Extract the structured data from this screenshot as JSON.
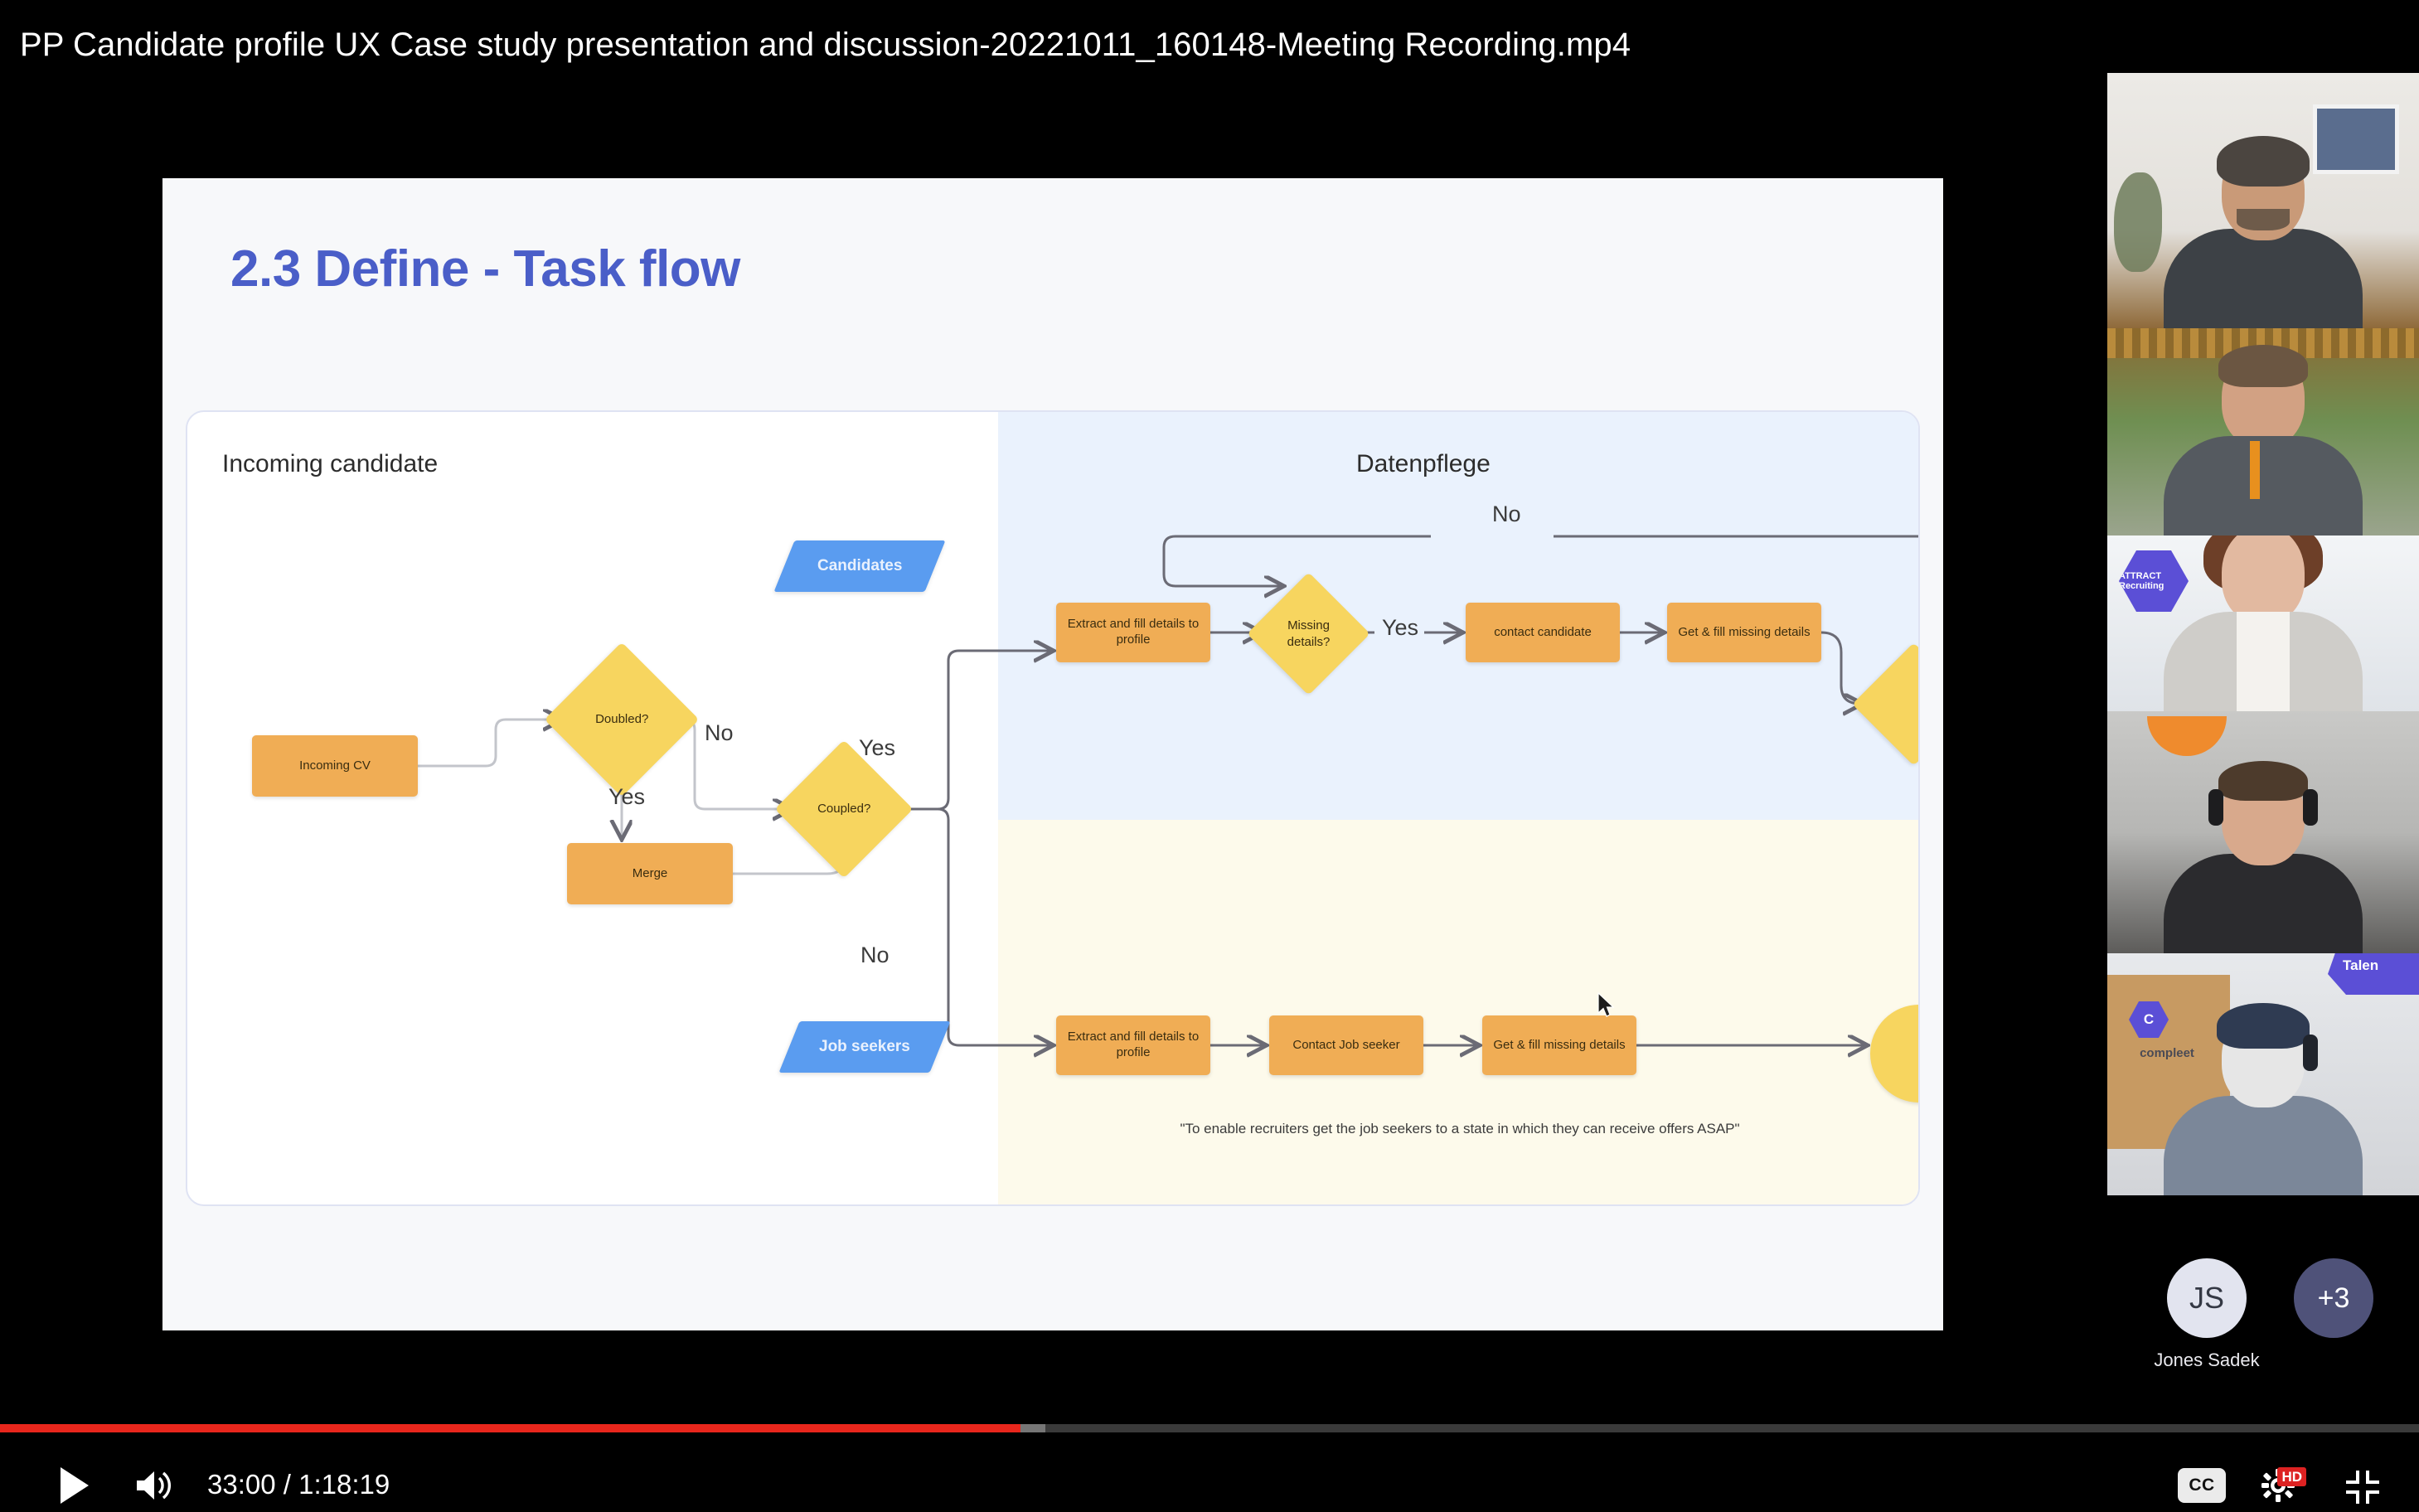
{
  "player": {
    "video_title": "PP Candidate profile UX Case study presentation and discussion-20221011_160148-Meeting Recording.mp4",
    "time_display": "33:00 / 1:18:19",
    "current_time": "33:00",
    "total_time": "1:18:19",
    "progress_percent": 42.2,
    "buffered_percent": 43.2,
    "accent_color": "#e8261c",
    "controls": {
      "play_label": "play-button",
      "volume_label": "volume-button",
      "cc_label": "CC",
      "quality_label": "HD",
      "exit_fullscreen_label": "exit-fullscreen-button"
    }
  },
  "slide": {
    "heading": "2.3 Define - Task flow",
    "heading_color": "#4a5ec8",
    "background": "#f7f8fa",
    "lanes": {
      "left_title": "Incoming candidate",
      "right_title": "Datenpflege",
      "datenpflege_band_color": "#eaf2fd",
      "jobseeker_band_color": "#fdfaeb"
    },
    "quote": "\"To enable recruiters get the job seekers to a state in which they can receive offers ASAP\"",
    "colors": {
      "process_box": "#f0ad55",
      "decision_diamond": "#f7d55f",
      "data_parallelogram": "#5a9cf0",
      "connector": "#6b6b75"
    },
    "nodes": {
      "incoming_cv": "Incoming CV",
      "doubled": "Doubled?",
      "merge": "Merge",
      "coupled": "Coupled?",
      "candidates": "Candidates",
      "job_seekers": "Job seekers",
      "extract_top": "Extract and fill details to profile",
      "missing_details": "Missing details?",
      "contact_candidate": "contact candidate",
      "get_fill_top": "Get & fill missing details",
      "extract_bottom": "Extract and fill details to profile",
      "contact_job_seeker": "Contact Job seeker",
      "get_fill_bottom": "Get & fill missing details"
    },
    "edge_labels": {
      "no_doubled": "No",
      "yes_doubled": "Yes",
      "yes_split": "Yes",
      "no_split": "No",
      "yes_missing": "Yes",
      "no_loop": "No"
    }
  },
  "participants": {
    "tiles": [
      {
        "name": "participant-tile-1",
        "brand": ""
      },
      {
        "name": "participant-tile-2",
        "brand": ""
      },
      {
        "name": "participant-tile-3",
        "brand": "ATTRACT Recruiting"
      },
      {
        "name": "participant-tile-4",
        "brand": ""
      },
      {
        "name": "participant-tile-5",
        "brand": "compleet"
      }
    ],
    "avatar": {
      "initials": "JS",
      "name": "Jones  Sadek"
    },
    "overflow": "+3"
  }
}
